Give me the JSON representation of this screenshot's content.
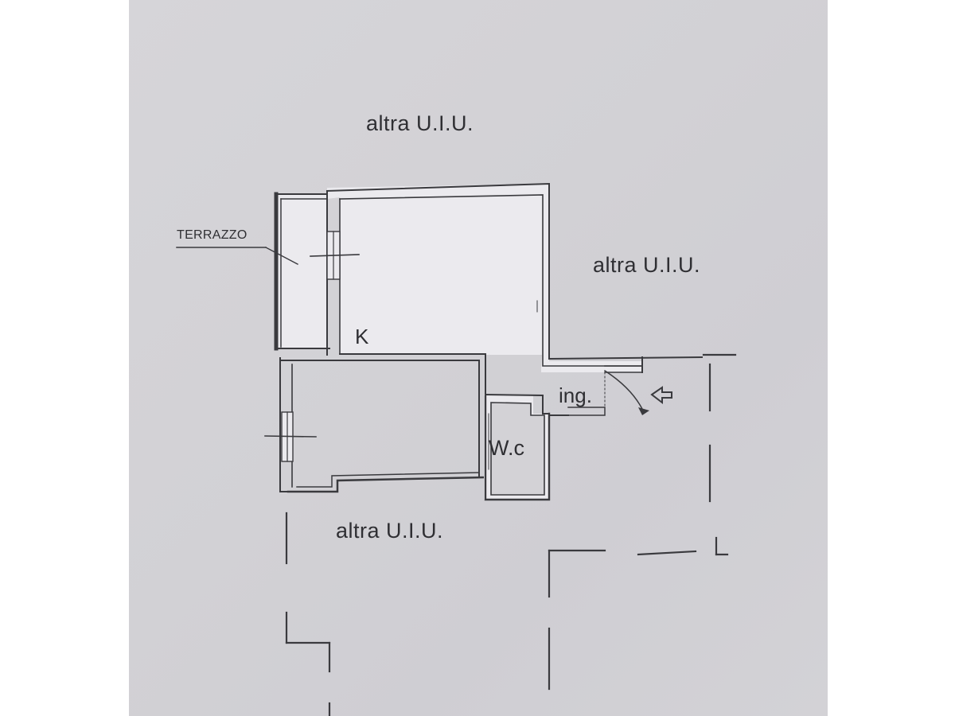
{
  "labels": {
    "top_unit": "altra U.I.U.",
    "right_unit": "altra U.I.U.",
    "bottom_unit": "altra U.I.U.",
    "terrace": "TERRAZZO",
    "kitchen": "K",
    "entrance": "ing.",
    "toilet": "W.c"
  },
  "colors": {
    "paper": "#d3d2d6",
    "line": "#3a3a3e",
    "wall_fill": "#ebeaee",
    "page_background": "#ffffff"
  },
  "icons": {
    "entrance": "entrance-arrow-icon"
  }
}
